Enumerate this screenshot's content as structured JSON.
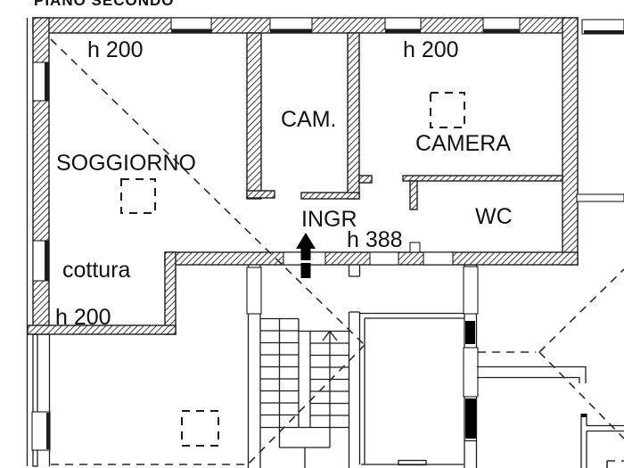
{
  "title": "PIANO SECONDO",
  "labels": {
    "soggiorno": "SOGGIORNO",
    "cottura": "cottura",
    "cam": "CAM.",
    "camera": "CAMERA",
    "wc": "WC",
    "ingresso": "INGR"
  },
  "heights": {
    "soggiorno": "h 200",
    "camera": "h 200",
    "cottura": "h 200",
    "ingresso": "h 388"
  },
  "colors": {
    "ink": "#1c1c1c",
    "paper": "#ffffff"
  }
}
